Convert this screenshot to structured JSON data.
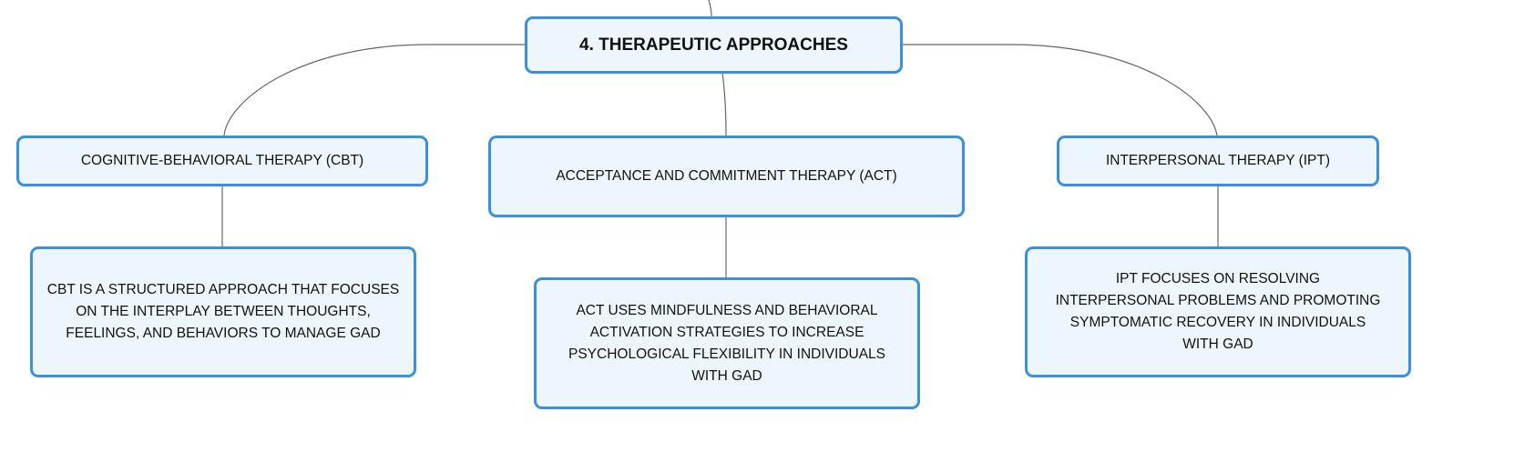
{
  "root": {
    "label": "4. THERAPEUTIC APPROACHES"
  },
  "branches": [
    {
      "label": "COGNITIVE-BEHAVIORAL THERAPY (CBT)",
      "detail": "CBT IS A STRUCTURED APPROACH THAT FOCUSES ON THE INTERPLAY BETWEEN THOUGHTS, FEELINGS, AND BEHAVIORS TO MANAGE GAD"
    },
    {
      "label": "ACCEPTANCE AND COMMITMENT THERAPY (ACT)",
      "detail": "ACT USES MINDFULNESS AND BEHAVIORAL ACTIVATION STRATEGIES TO INCREASE PSYCHOLOGICAL FLEXIBILITY IN INDIVIDUALS WITH GAD"
    },
    {
      "label": "INTERPERSONAL THERAPY (IPT)",
      "detail": "IPT FOCUSES ON RESOLVING INTERPERSONAL PROBLEMS AND PROMOTING SYMPTOMATIC RECOVERY IN INDIVIDUALS WITH GAD"
    }
  ],
  "colors": {
    "border": "#3a8fdf",
    "fill": "#eef6fd",
    "connector": "#666666"
  }
}
